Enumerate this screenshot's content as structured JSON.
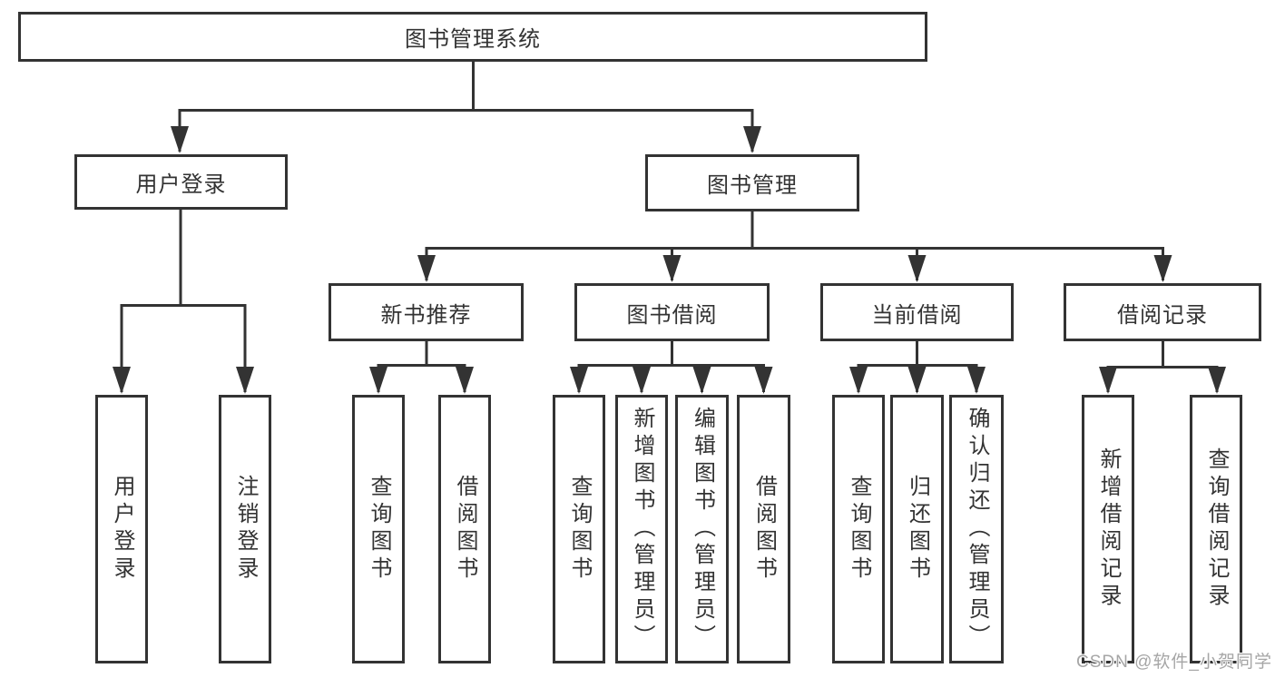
{
  "diagram": {
    "title": "图书管理系统",
    "level2": [
      {
        "key": "user-login",
        "label": "用户登录"
      },
      {
        "key": "book-management",
        "label": "图书管理"
      }
    ],
    "level3": [
      {
        "key": "new-book-recommend",
        "label": "新书推荐"
      },
      {
        "key": "book-borrowing",
        "label": "图书借阅"
      },
      {
        "key": "current-borrowing",
        "label": "当前借阅"
      },
      {
        "key": "borrowing-records",
        "label": "借阅记录"
      }
    ],
    "leaves": [
      {
        "key": "user-login",
        "label": "用户登录"
      },
      {
        "key": "logout",
        "label": "注销登录"
      },
      {
        "key": "query-books",
        "label": "查询图书"
      },
      {
        "key": "borrow-books",
        "label": "借阅图书"
      },
      {
        "key": "query-books-2",
        "label": "查询图书"
      },
      {
        "key": "add-books-admin",
        "label": "新增图书（管理员）"
      },
      {
        "key": "edit-books-admin",
        "label": "编辑图书（管理员）"
      },
      {
        "key": "borrow-books-2",
        "label": "借阅图书"
      },
      {
        "key": "query-books-3",
        "label": "查询图书"
      },
      {
        "key": "return-books",
        "label": "归还图书"
      },
      {
        "key": "confirm-return-admin",
        "label": "确认归还（管理员）"
      },
      {
        "key": "add-borrow-record",
        "label": "新增借阅记录"
      },
      {
        "key": "query-borrow-record",
        "label": "查询借阅记录"
      }
    ]
  },
  "watermark": "CSDN @软件_小贺同学",
  "colors": {
    "line": "#333333",
    "text": "#333333",
    "box_background": "#ffffff",
    "watermark": "#a6a6a6"
  }
}
